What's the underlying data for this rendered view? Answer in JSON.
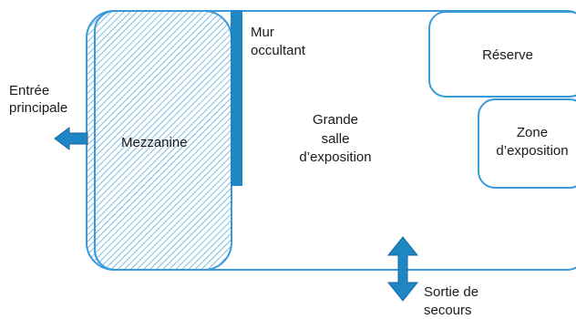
{
  "colors": {
    "outline": "#3a9ad9",
    "arrow_fill": "#1f86c4",
    "arrow_stroke": "#1466a0",
    "wall": "#1f86c4",
    "hatch": "#3a9ad9",
    "text": "#1a1a1a"
  },
  "labels": {
    "entrance": [
      "Entrée",
      "principale"
    ],
    "mezzanine": "Mezzanine",
    "opaque_wall": [
      "Mur",
      "occultant"
    ],
    "main_hall": [
      "Grande",
      "salle",
      "d’exposition"
    ],
    "storage": "Réserve",
    "exhibition_zone": [
      "Zone",
      "d’exposition"
    ],
    "emergency_exit": [
      "Sortie de",
      "secours"
    ]
  }
}
